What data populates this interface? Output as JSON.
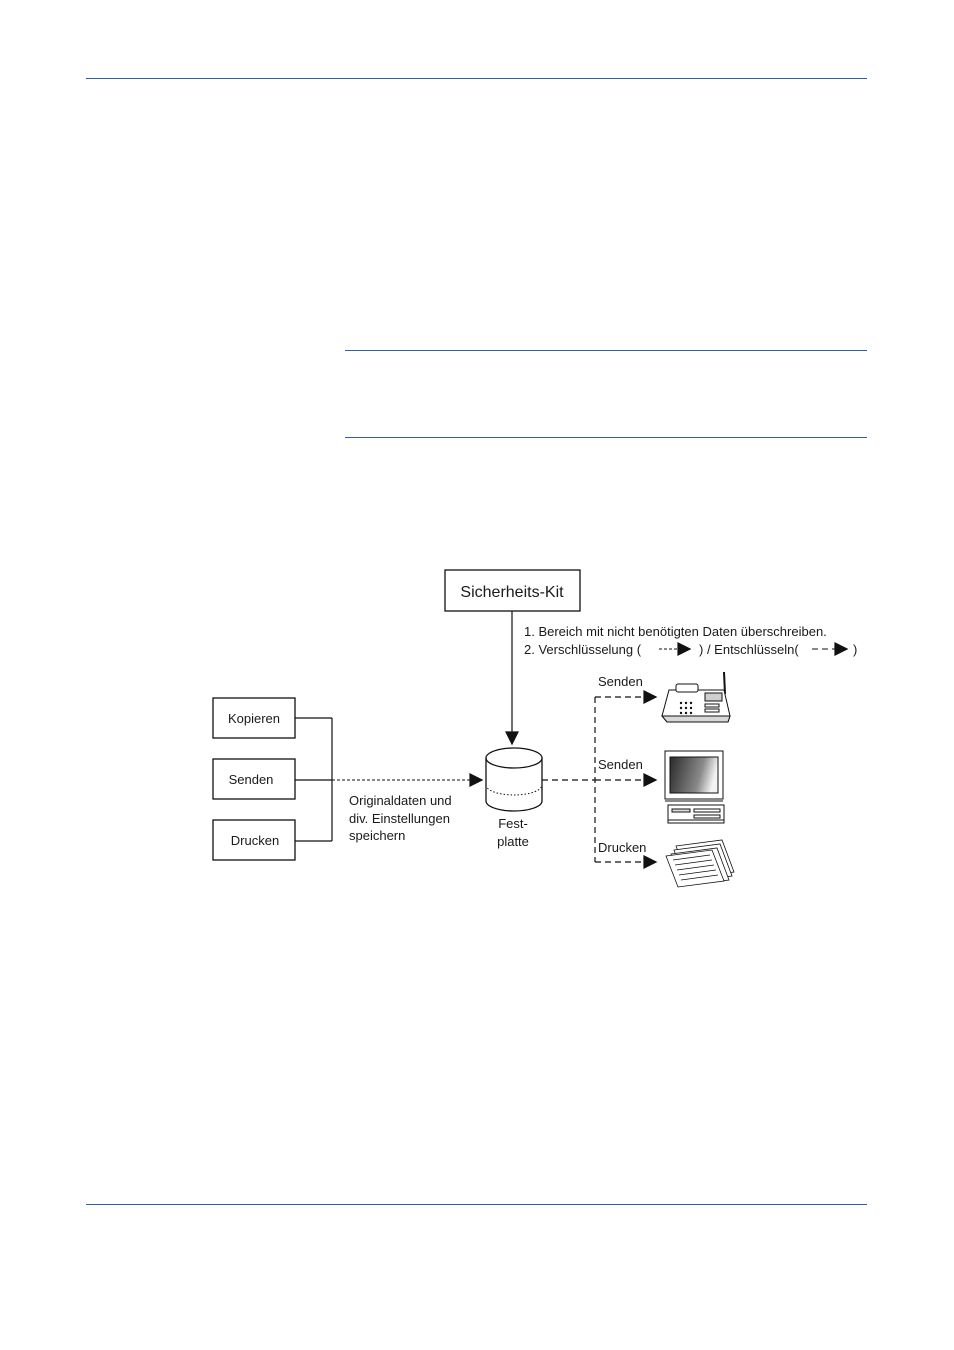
{
  "diagram": {
    "kit_label": "Sicherheits-Kit",
    "notes": {
      "line1": "1. Bereich mit nicht benötigten Daten überschreiben.",
      "line2a": "2. Verschlüsselung (",
      "line2b": ") / Entschlüsseln(",
      "line2c": ")"
    },
    "sources": [
      "Kopieren",
      "Senden",
      "Drucken"
    ],
    "store_caption": [
      "Originaldaten und",
      "div. Einstellungen",
      "speichern"
    ],
    "disk_label": [
      "Fest-",
      "platte"
    ],
    "outputs": [
      "Senden",
      "Senden",
      "Drucken"
    ]
  }
}
